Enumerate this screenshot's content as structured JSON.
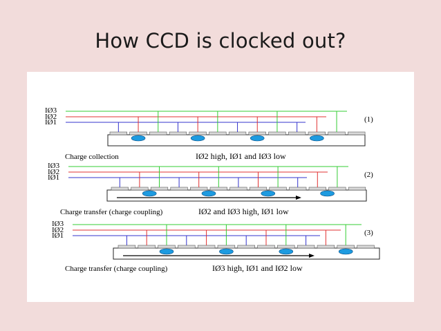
{
  "slide": {
    "title": "How CCD is clocked out?"
  },
  "colors": {
    "background": "#f2dcdb",
    "phase3": "#33cc33",
    "phase2": "#e03030",
    "phase1": "#3333cc",
    "charge": "#1e9be0",
    "electrode": "#d9d9d9"
  },
  "panels": [
    {
      "number": "(1)",
      "line_labels": [
        "IØ3",
        "IØ2",
        "IØ1"
      ],
      "caption": "Charge collection",
      "state": "IØ2 high, IØ1 and IØ3 low",
      "charged_phase": 2,
      "arrow": false
    },
    {
      "number": "(2)",
      "line_labels": [
        "IØ3",
        "IØ2",
        "IØ1"
      ],
      "caption": "Charge transfer (charge coupling)",
      "state": "IØ2 and IØ3 high, IØ1 low",
      "charged_phase": 2.5,
      "arrow": true
    },
    {
      "number": "(3)",
      "line_labels": [
        "IØ3",
        "IØ2",
        "IØ1"
      ],
      "caption": "Charge transfer (charge coupling)",
      "state": "IØ3 high, IØ1 and IØ2 low",
      "charged_phase": 3,
      "arrow": true
    }
  ]
}
